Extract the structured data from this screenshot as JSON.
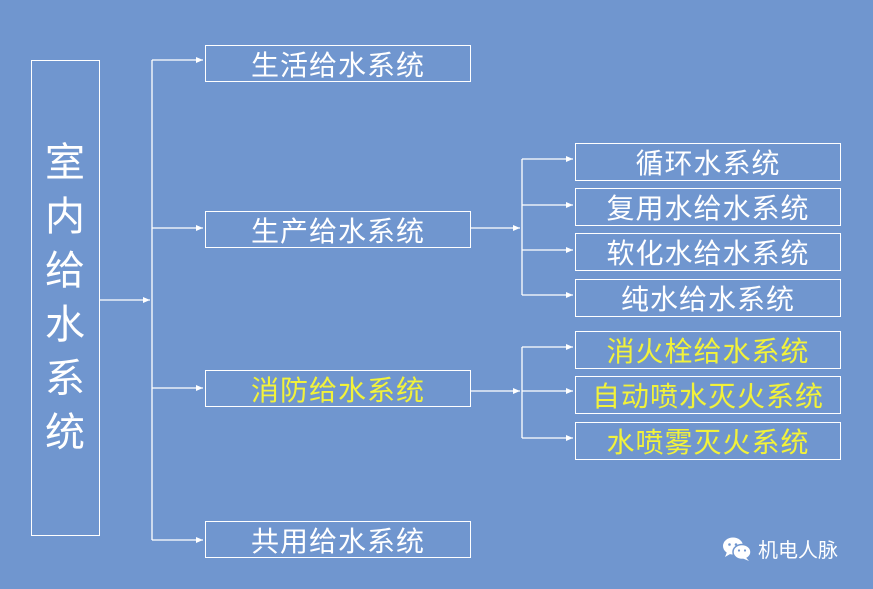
{
  "root": {
    "chars": [
      "室",
      "内",
      "给",
      "水",
      "系",
      "统"
    ]
  },
  "branches": [
    {
      "label": "生活给水系统",
      "highlight": false
    },
    {
      "label": "生产给水系统",
      "highlight": false,
      "children": [
        "循环水系统",
        "复用水给水系统",
        "软化水给水系统",
        "纯水给水系统"
      ]
    },
    {
      "label": "消防给水系统",
      "highlight": true,
      "children": [
        "消火栓给水系统",
        "自动喷水灭火系统",
        "水喷雾灭火系统"
      ]
    },
    {
      "label": "共用给水系统",
      "highlight": false
    }
  ],
  "colors": {
    "background": "#7096cf",
    "line": "#ffffff",
    "highlight_text": "#f2f23a"
  },
  "watermark": {
    "icon": "wechat-icon",
    "text": "机电人脉"
  }
}
